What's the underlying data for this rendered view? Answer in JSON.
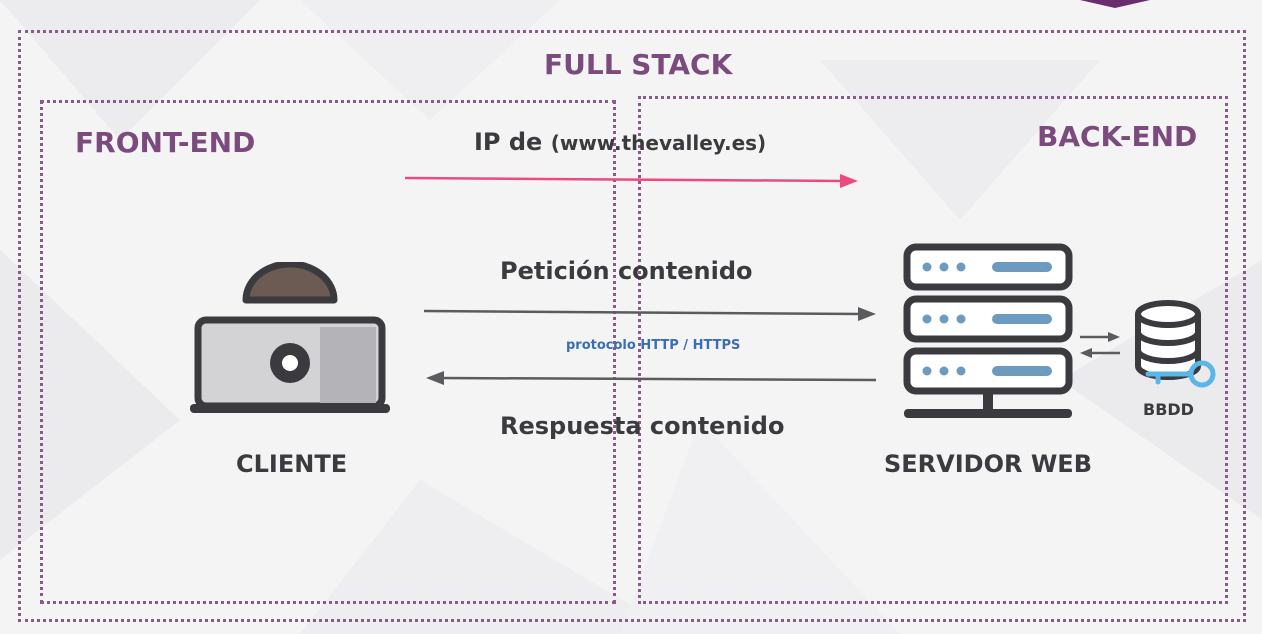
{
  "title": "FULL STACK",
  "front_end": {
    "title": "FRONT-END"
  },
  "back_end": {
    "title": "BACK-END"
  },
  "dns_request": {
    "prefix": "IP de",
    "host": "(www.thevalley.es)"
  },
  "request_label": "Petición contenido",
  "protocol_label": "protocolo HTTP / HTTPS",
  "response_label": "Respuesta contenido",
  "client": {
    "label": "CLIENTE",
    "icon": "laptop-user-icon"
  },
  "server": {
    "label": "SERVIDOR WEB",
    "icon": "server-icon"
  },
  "database": {
    "label": "BBDD",
    "icon": "database-key-icon"
  },
  "colors": {
    "accent_purple": "#7b4b7e",
    "dns_arrow": "#ec4a7e",
    "protocol_text": "#3b6db5",
    "server_bar": "#6d9bc0",
    "key": "#5bb6e8"
  }
}
